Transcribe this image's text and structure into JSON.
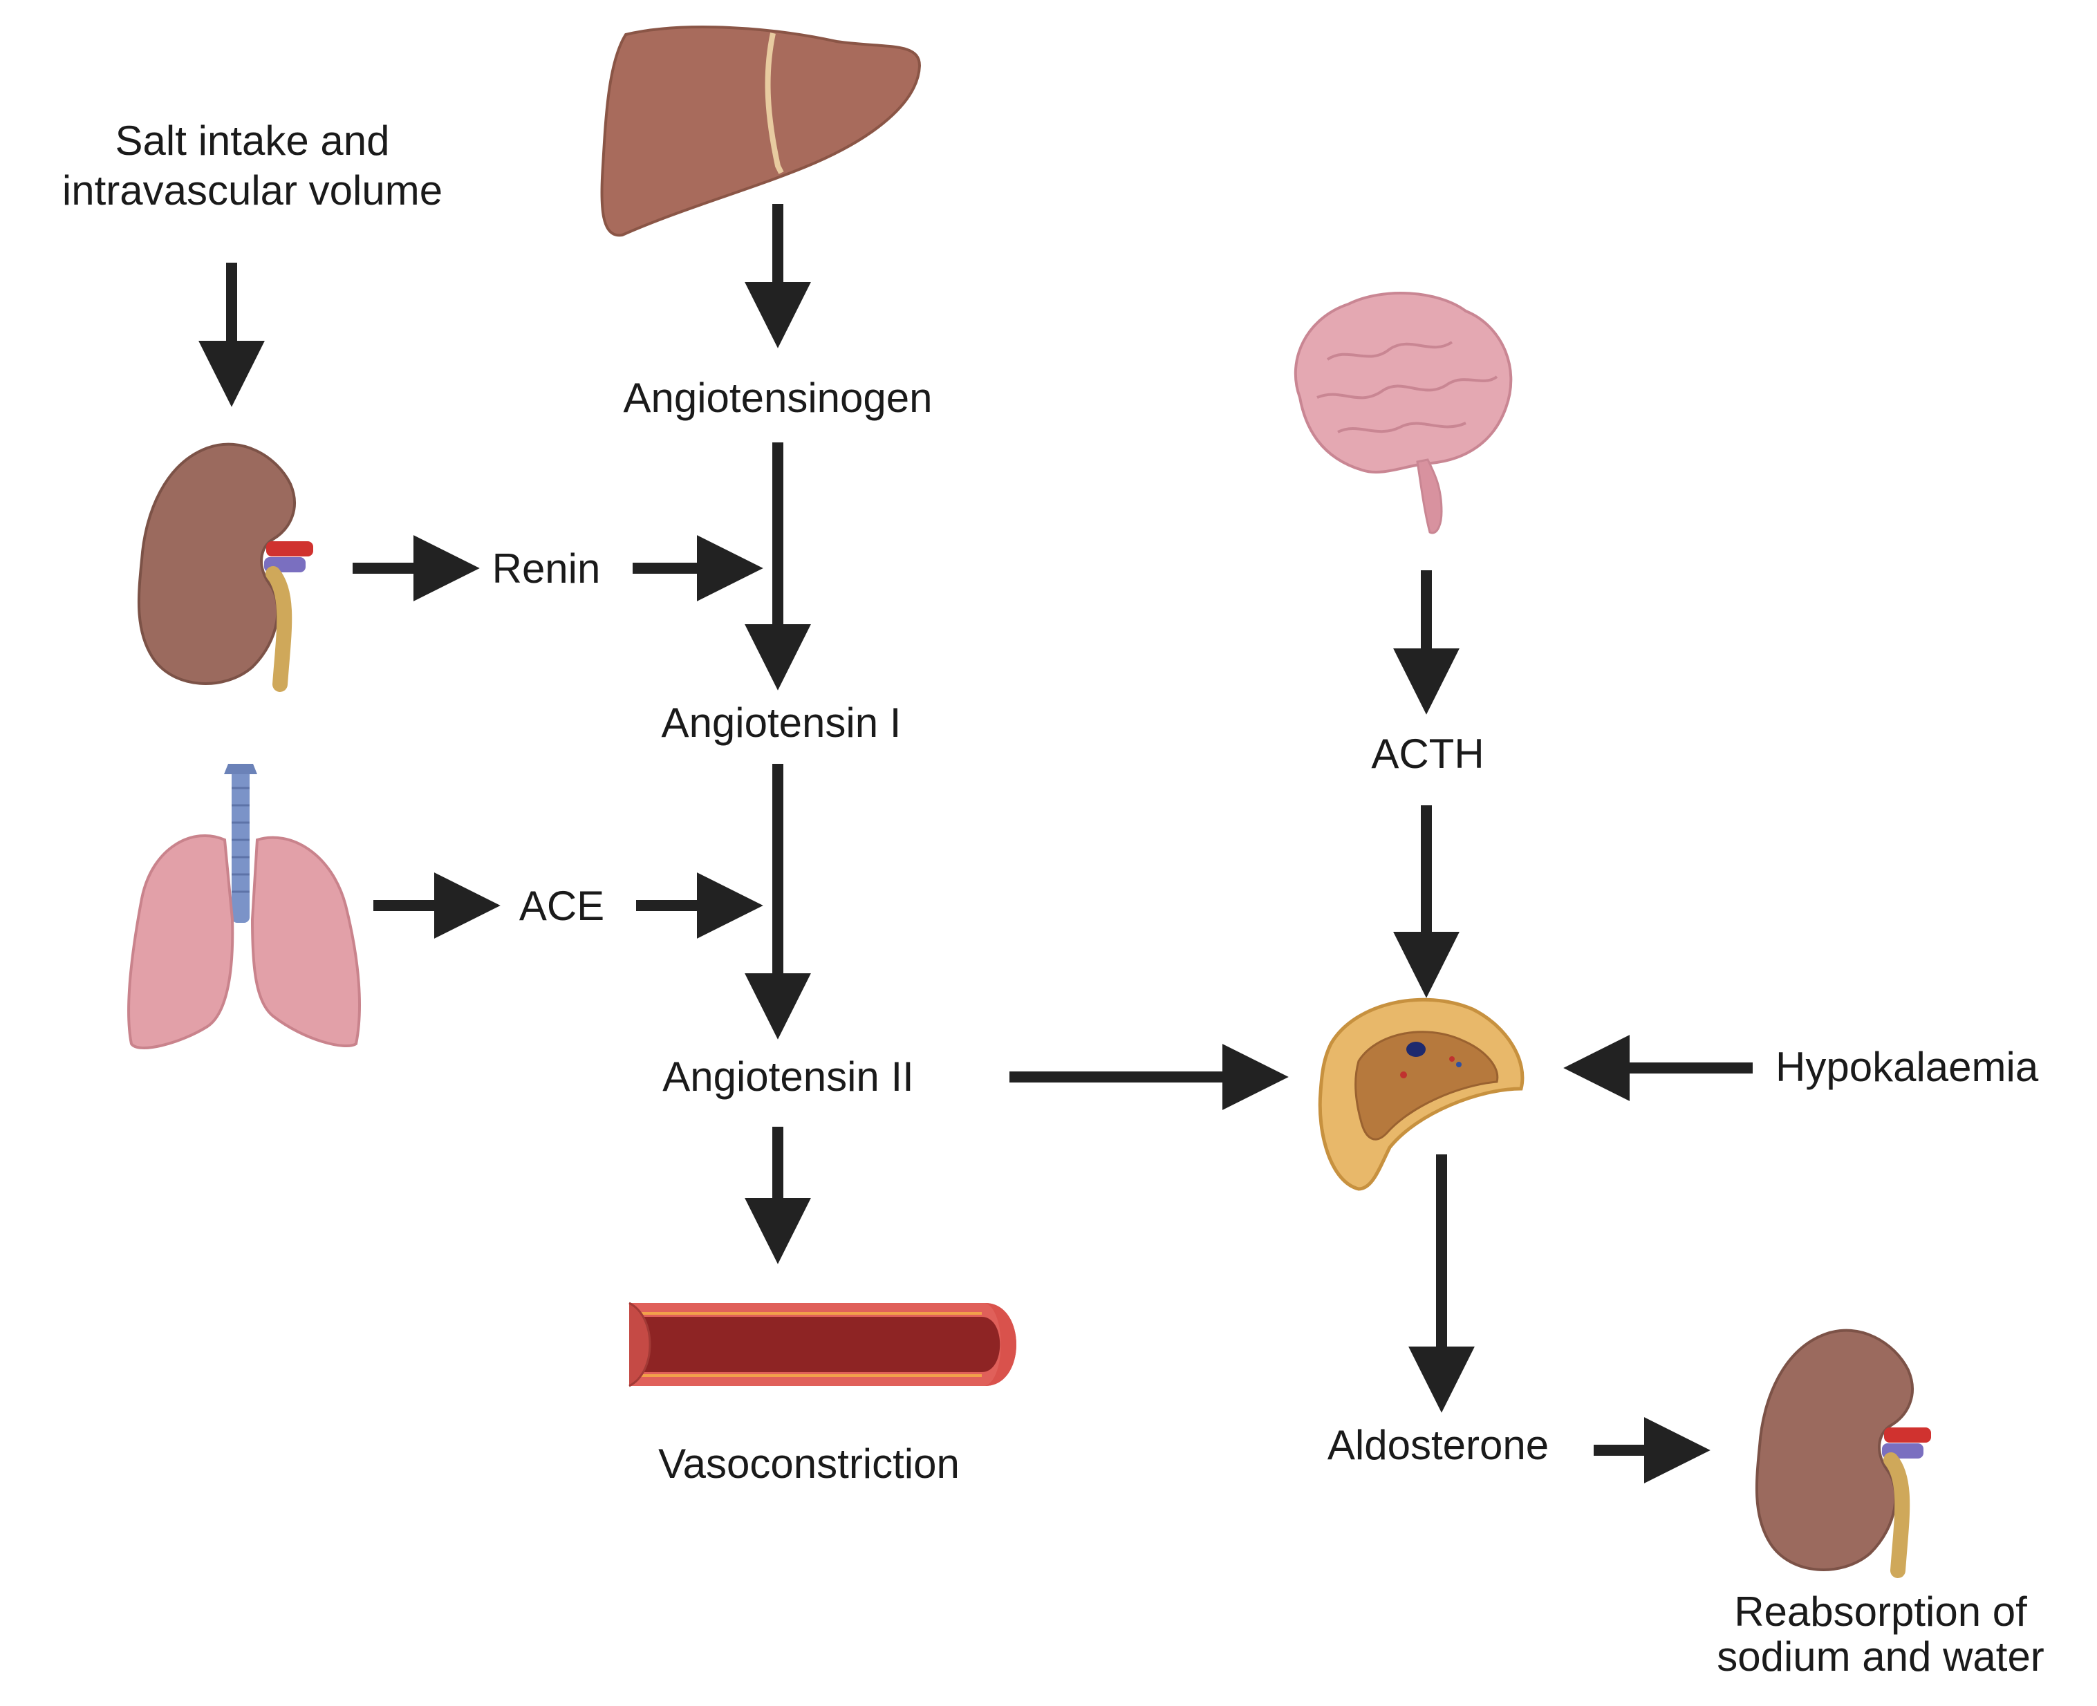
{
  "labels": {
    "salt_line1": "Salt intake and",
    "salt_line2": "intravascular volume",
    "angiotensinogen": "Angiotensinogen",
    "renin": "Renin",
    "angiotensin_i": "Angiotensin I",
    "ace": "ACE",
    "angiotensin_ii": "Angiotensin II",
    "vasoconstriction": "Vasoconstriction",
    "acth": "ACTH",
    "hypokalaemia": "Hypokalaemia",
    "aldosterone": "Aldosterone",
    "reabsorption_line1": "Reabsorption of",
    "reabsorption_line2": "sodium and water"
  },
  "icons": {
    "liver": "liver-icon",
    "kidney": "kidney-icon",
    "lungs": "lungs-icon",
    "brain": "brain-icon",
    "adrenal": "adrenal-gland-icon",
    "vessel": "blood-vessel-icon"
  },
  "colors": {
    "arrow": "#222222",
    "liver": "#a86b5c",
    "kidney": "#9b6a5e",
    "lung": "#e2a0a8",
    "trachea": "#7b93c8",
    "brain": "#e4a8b2",
    "adrenal_outer": "#e8b86a",
    "adrenal_inner": "#b6793d",
    "vessel_outer": "#e0605a",
    "vessel_inner": "#8e2424"
  }
}
